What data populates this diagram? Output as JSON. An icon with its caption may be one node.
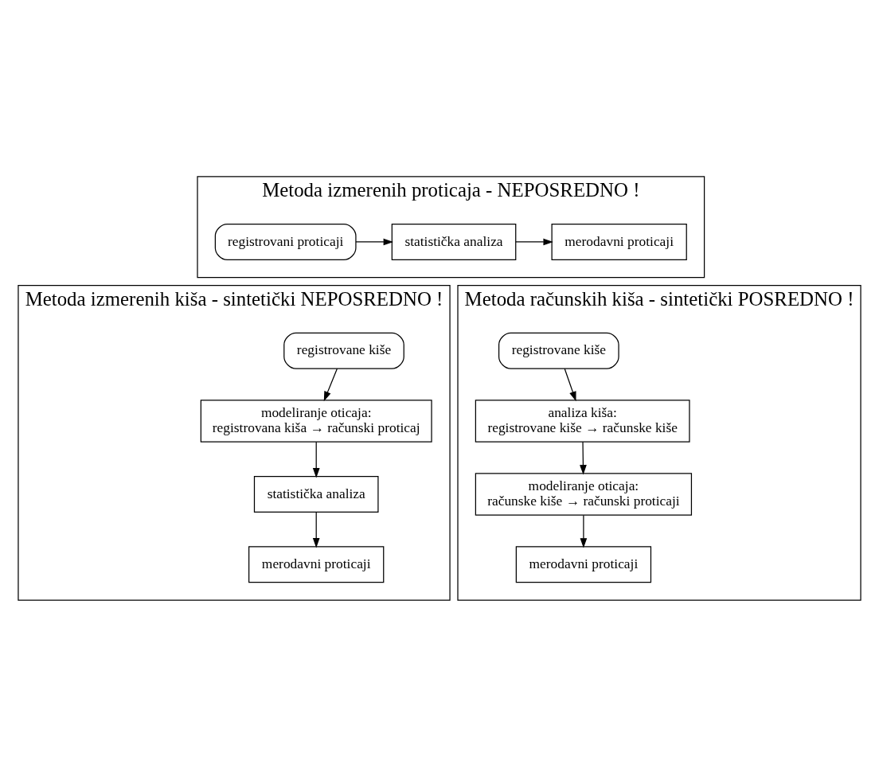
{
  "diagram": {
    "nodes": [
      {
        "text": [
          "Metoda izmerenih proticaja - NEPOSREDNO !"
        ]
      },
      {
        "text": [
          "registrovani proticaji"
        ],
        "in": 0
      },
      {
        "text": [
          "statistička analiza"
        ],
        "in": 0
      },
      {
        "text": [
          "merodavni proticaji"
        ],
        "in": 0
      },
      {
        "text": [
          "Metoda izmerenih kiša - sintetički NEPOSREDNO !"
        ]
      },
      {
        "text": [
          "registrovane kiše"
        ],
        "in": 4
      },
      {
        "text": [
          "modeliranje oticaja:",
          "registrovana kiša → računski proticaj"
        ],
        "in": 4
      },
      {
        "text": [
          "statistička analiza"
        ],
        "in": 4
      },
      {
        "text": [
          "merodavni proticaji"
        ],
        "in": 4
      },
      {
        "text": [
          "Metoda računskih kiša - sintetički POSREDNO !"
        ]
      },
      {
        "text": [
          "registrovane kiše"
        ],
        "in": 9
      },
      {
        "text": [
          "analiza kiša:",
          "registrovane kiše → računske kiše"
        ],
        "in": 9
      },
      {
        "text": [
          "modeliranje oticaja:",
          "računske kiše → računski proticaji"
        ],
        "in": 9
      },
      {
        "text": [
          "merodavni proticaji"
        ],
        "in": 9
      }
    ],
    "edges": [
      {
        "from": 1,
        "to": 2,
        "arrow": "to"
      },
      {
        "from": 2,
        "to": 3,
        "arrow": "to"
      },
      {
        "from": 5,
        "to": 6,
        "arrow": "to"
      },
      {
        "from": 6,
        "to": 7,
        "arrow": "to"
      },
      {
        "from": 7,
        "to": 8,
        "arrow": "to"
      },
      {
        "from": 10,
        "to": 11,
        "arrow": "to"
      },
      {
        "from": 11,
        "to": 12,
        "arrow": "to"
      },
      {
        "from": 12,
        "to": 13,
        "arrow": "to"
      }
    ]
  }
}
